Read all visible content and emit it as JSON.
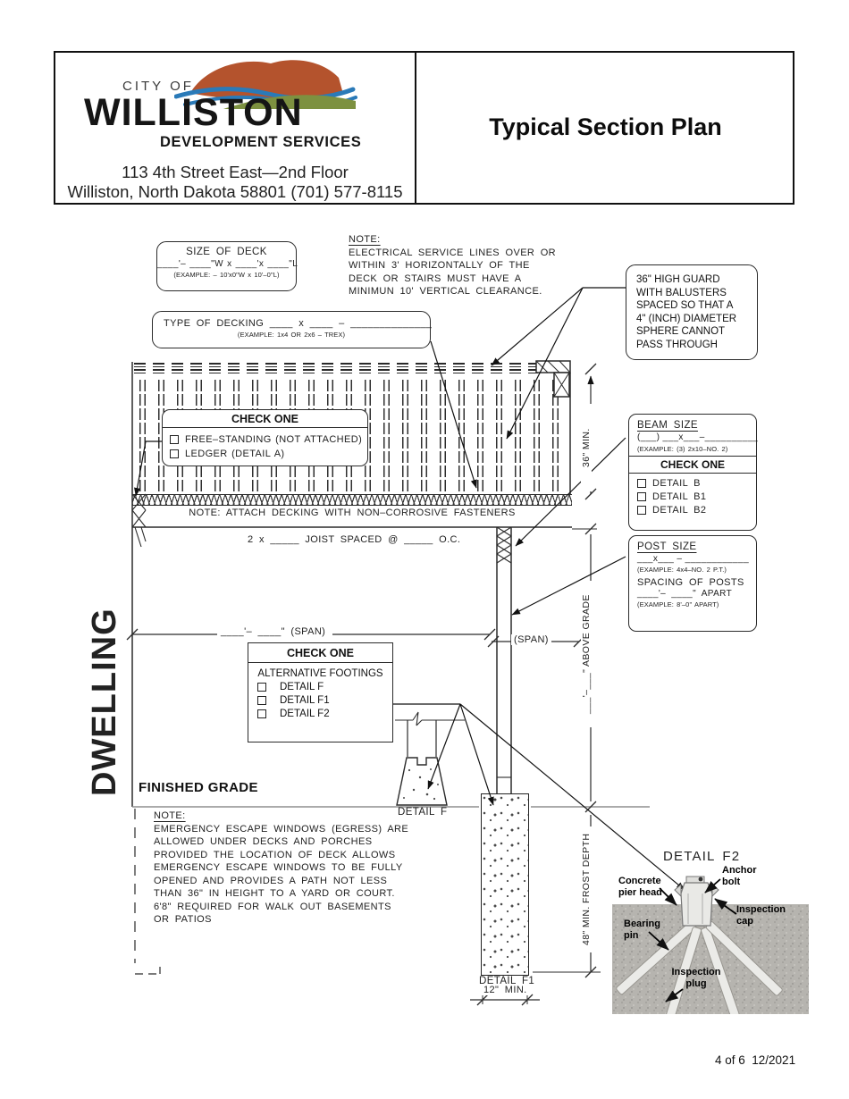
{
  "page": {
    "footer": "4 of 6  12/2021"
  },
  "header": {
    "logo": {
      "city_of": "CITY OF",
      "name": "WILLISTON",
      "tagline": "DEVELOPMENT SERVICES"
    },
    "address_line1": "113 4th Street East—2nd Floor",
    "address_line2": "Williston, North Dakota 58801 (701) 577-8115",
    "title": "Typical Section Plan"
  },
  "size_of_deck": {
    "title": "SIZE OF DECK",
    "blanks": "____'– ____\"W x ____'x ____\"L",
    "example": "(EXAMPLE: – 10'x0\"W x 10'–0\"L)"
  },
  "electrical_note": {
    "label": "NOTE:",
    "lines": [
      "ELECTRICAL SERVICE LINES OVER OR",
      "WITHIN 3' HORIZONTALLY OF THE",
      "DECK OR STAIRS MUST HAVE A",
      "MINIMUN 10' VERTICAL CLEARANCE."
    ]
  },
  "type_of_decking": {
    "label": "TYPE OF DECKING ____ x ____ – ______________",
    "example": "(EXAMPLE: 1x4 OR 2x6 – TREX)"
  },
  "guard_note": {
    "lines": [
      "36\" HIGH GUARD",
      "WITH BALUSTERS",
      "SPACED SO THAT A",
      "4\" (INCH) DIAMETER",
      "SPHERE CANNOT",
      "PASS THROUGH"
    ]
  },
  "attachment_check": {
    "header": "CHECK ONE",
    "option1": "FREE–STANDING (NOT ATTACHED)",
    "option2": "LEDGER (DETAIL A)"
  },
  "decking_note": "NOTE:  ATTACH DECKING WITH NON–CORROSIVE FASTENERS",
  "beam_box": {
    "title": "BEAM SIZE",
    "blanks": "(___) ___x___–__________",
    "example": "(EXAMPLE: (3) 2x10–NO. 2)",
    "check_header": "CHECK ONE",
    "option1": "DETAIL B",
    "option2": "DETAIL B1",
    "option3": "DETAIL B2"
  },
  "post_box": {
    "title": "POST SIZE",
    "blanks": "___x___ – ____________",
    "example": "(EXAMPLE: 4x4–NO. 2 P.T.)",
    "spacing_label": "SPACING OF POSTS",
    "spacing_blanks": "____'– ____\" APART",
    "spacing_example": "(EXAMPLE: 8'–0\" APART)"
  },
  "joist_label": "2 x _____ JOIST SPACED @ _____ O.C.",
  "span": {
    "label": "____'– ____\" (SPAN)",
    "post_label": "(SPAN)"
  },
  "footing_check": {
    "header": "CHECK ONE",
    "subtitle": "ALTERNATIVE FOOTINGS",
    "option1": "DETAIL F",
    "option2": "DETAIL F1",
    "option3": "DETAIL F2"
  },
  "dwelling_label": "DWELLING",
  "finished_grade_label": "FINISHED GRADE",
  "egress_note": {
    "label": "NOTE:",
    "lines": [
      "EMERGENCY ESCAPE WINDOWS (EGRESS) ARE",
      "ALLOWED UNDER DECKS AND PORCHES",
      "PROVIDED THE LOCATION OF DECK ALLOWS",
      "EMERGENCY ESCAPE WINDOWS TO BE FULLY",
      "OPENED AND PROVIDES A PATH NOT LESS",
      "THAN 36\" IN HEIGHT TO A YARD OR COURT.",
      "6'8\" REQUIRED FOR WALK OUT BASEMENTS",
      "OR PATIOS"
    ]
  },
  "dimensions": {
    "guard_height": "36\" MIN.",
    "above_grade": "___'–___\" ABOVE GRADE",
    "frost_depth": "48\" MIN. FROST DEPTH",
    "footing_width": "12\" MIN."
  },
  "details": {
    "f_label": "DETAIL F",
    "f1_label": "DETAIL F1",
    "f2_title": "DETAIL  F2",
    "f2_concrete_pier_head": "Concrete pier head",
    "f2_anchor_bolt": "Anchor bolt",
    "f2_inspection_cap": "Inspection cap",
    "f2_bearing_pin": "Bearing pin",
    "f2_inspection_plug": "Inspection plug"
  },
  "colors": {
    "logo_red": "#b4532d",
    "logo_blue": "#2a7ab8",
    "logo_green": "#7d9140",
    "ink": "#1c1c1c",
    "photo_gray": "#b6b4af"
  }
}
